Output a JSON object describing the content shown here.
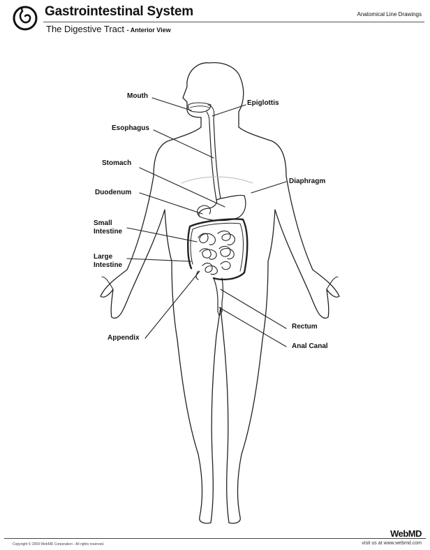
{
  "header": {
    "title": "Gastrointestinal System",
    "subtitle": "The Digestive Tract",
    "subtitle_view": "- Anterior View",
    "category": "Anatomical Line Drawings"
  },
  "labels": {
    "mouth": "Mouth",
    "epiglottis": "Epiglottis",
    "esophagus": "Esophagus",
    "stomach": "Stomach",
    "diaphragm": "Diaphragm",
    "duodenum": "Duodenum",
    "small_intestine": "Small Intestine",
    "large_intestine": "Large Intestine",
    "rectum": "Rectum",
    "appendix": "Appendix",
    "anal_canal": "Anal Canal"
  },
  "footer": {
    "copyright": "Copyright © 2009 WebMD Corporation - All rights reserved.",
    "visit": "visit us at www.webmd.com",
    "brand": "WebMD"
  }
}
